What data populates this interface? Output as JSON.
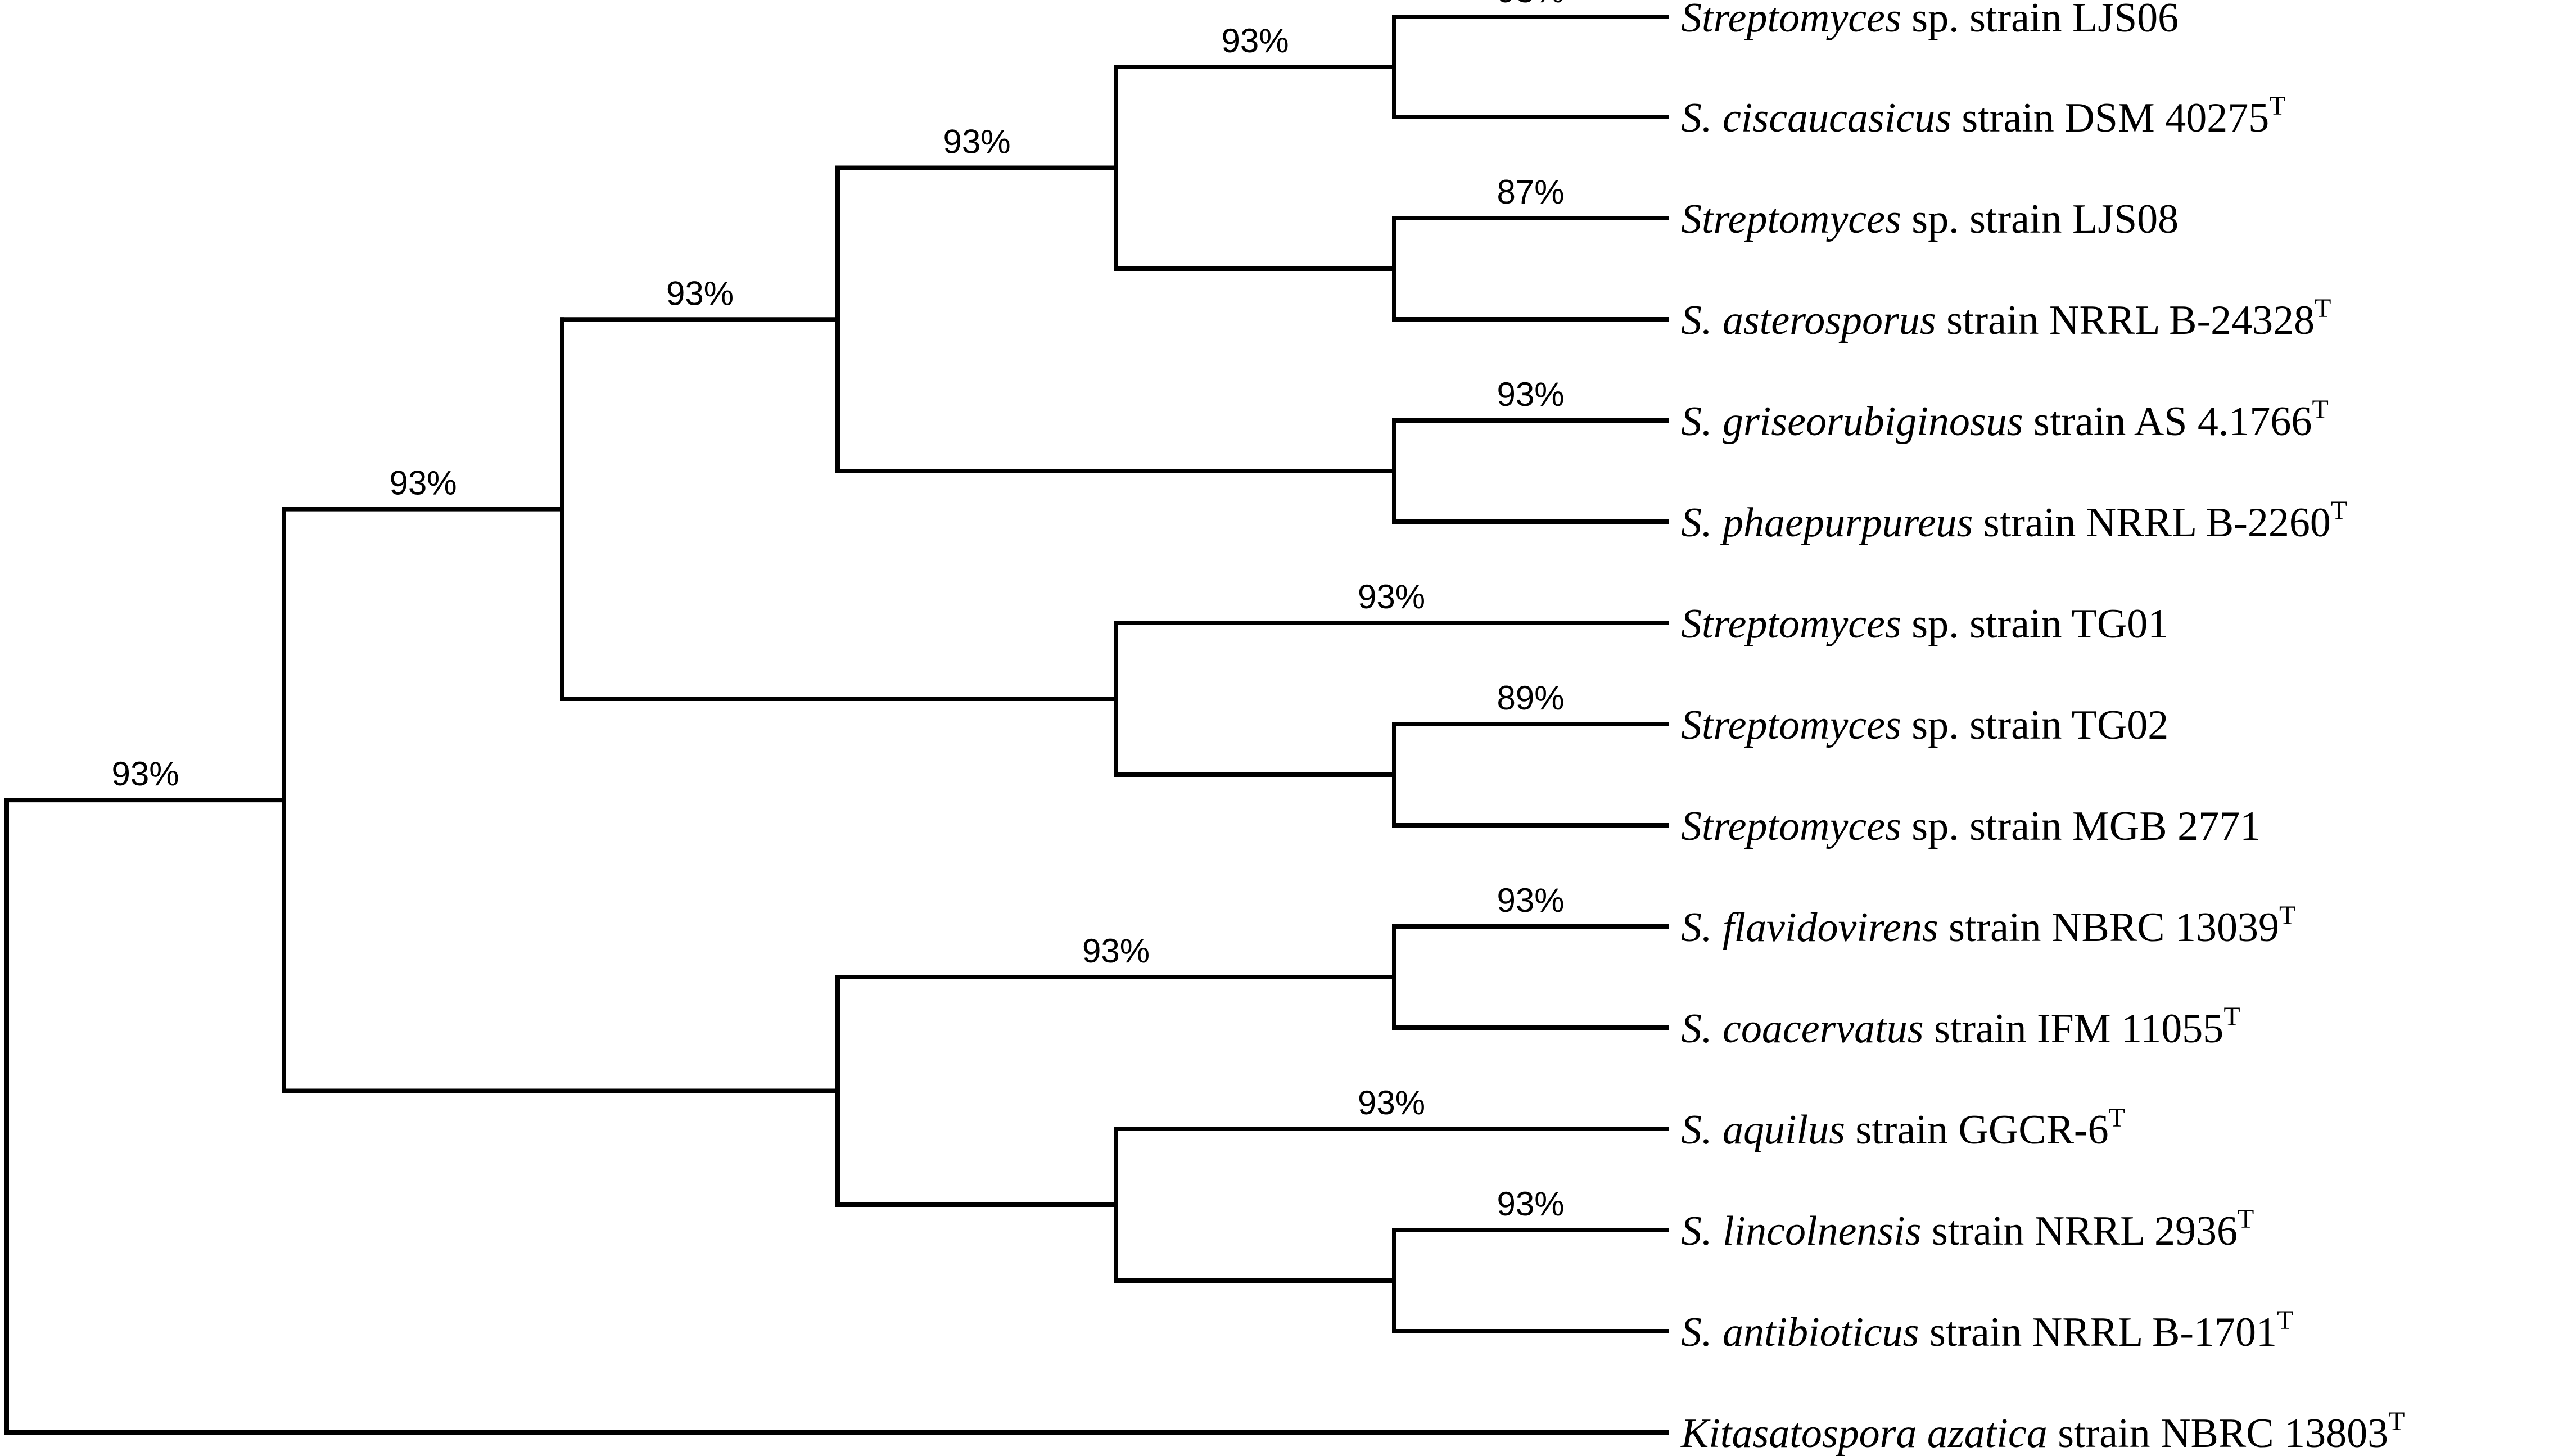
{
  "tree": {
    "leaves": [
      {
        "id": "L1",
        "genus": "Streptomyces",
        "rest": " sp. strain LJS06",
        "sup": ""
      },
      {
        "id": "L2",
        "genus": "S. ciscaucasicus",
        "rest": " strain DSM 40275",
        "sup": "T"
      },
      {
        "id": "L3",
        "genus": "Streptomyces",
        "rest": " sp. strain LJS08",
        "sup": ""
      },
      {
        "id": "L4",
        "genus": "S. asterosporus",
        "rest": " strain NRRL B-24328",
        "sup": "T"
      },
      {
        "id": "L5",
        "genus": "S. griseorubiginosus",
        "rest": " strain AS 4.1766",
        "sup": "T"
      },
      {
        "id": "L6",
        "genus": "S. phaepurpureus",
        "rest": " strain NRRL B-2260",
        "sup": "T"
      },
      {
        "id": "L7",
        "genus": "Streptomyces",
        "rest": " sp. strain TG01",
        "sup": ""
      },
      {
        "id": "L8",
        "genus": "Streptomyces",
        "rest": " sp. strain TG02",
        "sup": ""
      },
      {
        "id": "L9",
        "genus": "Streptomyces",
        "rest": " sp. strain MGB 2771",
        "sup": ""
      },
      {
        "id": "L10",
        "genus": "S. flavidovirens",
        "rest": " strain NBRC 13039",
        "sup": "T"
      },
      {
        "id": "L11",
        "genus": "S. coacervatus",
        "rest": " strain IFM 11055",
        "sup": "T"
      },
      {
        "id": "L12",
        "genus": "S. aquilus",
        "rest": " strain GGCR-6",
        "sup": "T"
      },
      {
        "id": "L13",
        "genus": "S. lincolnensis",
        "rest": " strain NRRL 2936",
        "sup": "T"
      },
      {
        "id": "L14",
        "genus": "S. antibioticus",
        "rest": " strain NRRL B-1701",
        "sup": "T"
      },
      {
        "id": "L15",
        "genus": "Kitasatospora azatica",
        "rest": " strain NBRC 13803",
        "sup": "T"
      }
    ],
    "clades": [
      {
        "id": "n1",
        "support": "93%",
        "children": [
          "L1",
          "L2"
        ]
      },
      {
        "id": "n2",
        "support": "87%",
        "children": [
          "L3",
          "L4"
        ]
      },
      {
        "id": "n3",
        "support": "93%",
        "children": [
          "n1",
          "n2"
        ]
      },
      {
        "id": "n4",
        "support": "93%",
        "children": [
          "L5",
          "L6"
        ]
      },
      {
        "id": "n5",
        "support": "93%",
        "children": [
          "n3",
          "n4"
        ]
      },
      {
        "id": "n6",
        "support": "89%",
        "children": [
          "L8",
          "L9"
        ]
      },
      {
        "id": "n7",
        "support": "93%",
        "children": [
          "L7",
          "n6"
        ]
      },
      {
        "id": "n8",
        "support": "93%",
        "children": [
          "n5",
          "n7"
        ]
      },
      {
        "id": "n9",
        "support": "93%",
        "children": [
          "L10",
          "L11"
        ]
      },
      {
        "id": "n10",
        "support": "93%",
        "children": [
          "L13",
          "L14"
        ]
      },
      {
        "id": "n11",
        "support": "93%",
        "children": [
          "L12",
          "n10"
        ]
      },
      {
        "id": "n12",
        "support": "93%",
        "children": [
          "n9",
          "n11"
        ]
      },
      {
        "id": "n13",
        "support": "93%",
        "children": [
          "n8",
          "n12"
        ]
      },
      {
        "id": "root",
        "support": "93%",
        "children": [
          "n13",
          "L15"
        ]
      }
    ]
  }
}
